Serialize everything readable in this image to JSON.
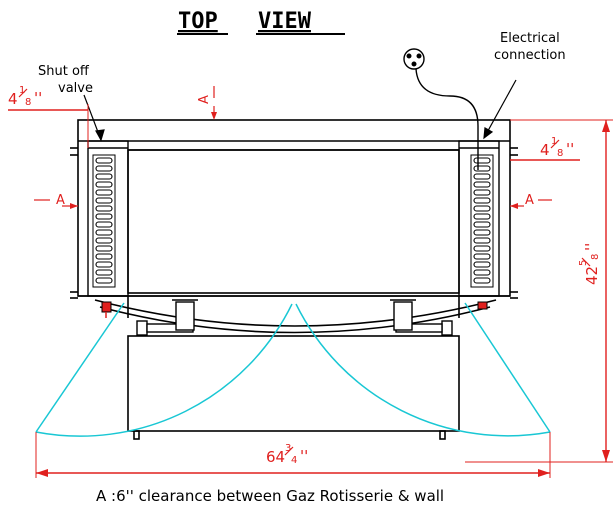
{
  "title": "TOP VIEW",
  "title_words": [
    "TOP",
    "VIEW"
  ],
  "labels": {
    "shutoff_line1": "Shut off",
    "shutoff_line2": "valve",
    "electrical_line1": "Electrical",
    "electrical_line2": "connection",
    "section_mark": "A"
  },
  "dimensions": {
    "left_offset": {
      "whole": "4",
      "num": "1",
      "den": "8",
      "unit": "''"
    },
    "right_offset": {
      "whole": "4",
      "num": "1",
      "den": "8",
      "unit": "''"
    },
    "depth": {
      "whole": "42",
      "num": "5",
      "den": "8",
      "unit": "''"
    },
    "width": {
      "whole": "64",
      "num": "3",
      "den": "4",
      "unit": "''"
    }
  },
  "footnote": "A :6'' clearance between Gaz Rotisserie & wall",
  "colors": {
    "line": "#000000",
    "dimension": "#e0201e",
    "door_swing": "#19c7d4"
  }
}
